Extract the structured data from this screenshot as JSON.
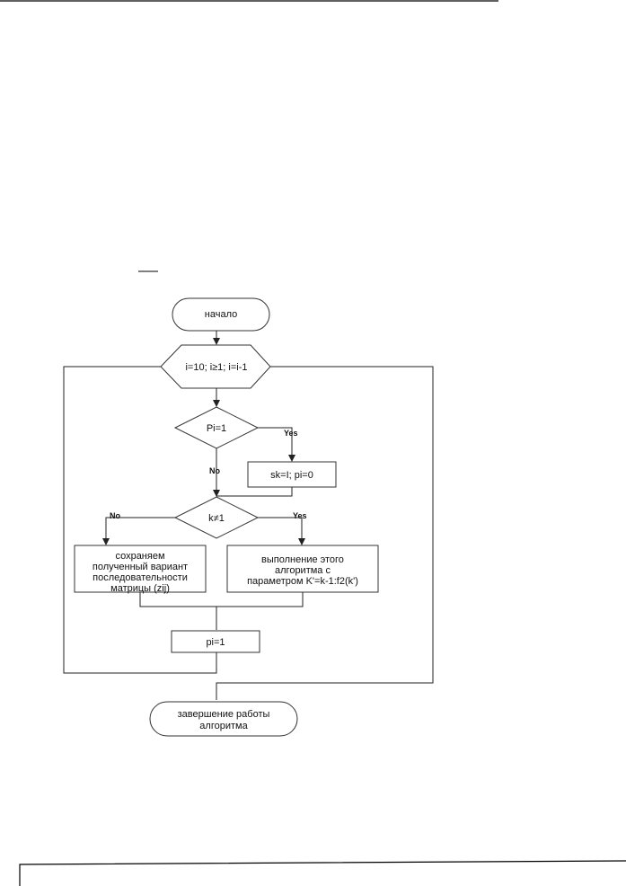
{
  "flowchart": {
    "start": "начало",
    "loop": "i=10; i≥1; i=i-1",
    "decision1": "Pi=1",
    "yes1": "Yes",
    "no1": "No",
    "assign1": "sk=I; pi=0",
    "decision2": "k≠1",
    "yes2": "Yes",
    "no2": "No",
    "save_lines": [
      "сохраняем",
      "полученный вариант",
      "последовательности",
      "матрицы (zij)"
    ],
    "exec_lines": [
      "выполнение этого",
      "алгоритма с",
      "параметром K'=k-1:f2(k')"
    ],
    "assign2": "pi=1",
    "end_lines": [
      "завершение работы",
      "алгоритма"
    ]
  }
}
